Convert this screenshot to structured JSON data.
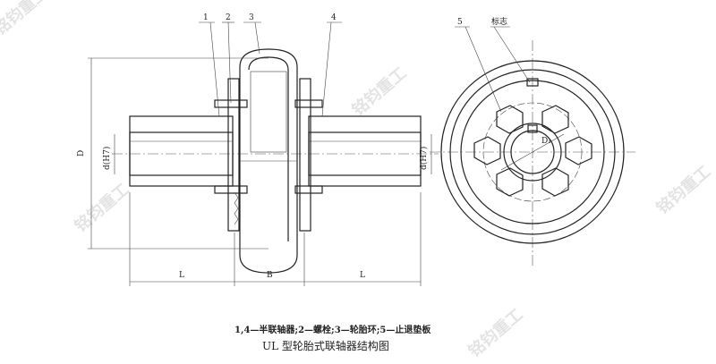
{
  "callouts": [
    "1",
    "2",
    "3",
    "4",
    "5"
  ],
  "mark_label": "标志",
  "dims": {
    "D": "D",
    "d_left": "d(H7)",
    "d_right": "d(H7)",
    "L_left": "L",
    "B": "B",
    "L_right": "L",
    "D1": "D₁"
  },
  "legend": "1,4—半联轴器;2—螺栓;3—轮胎环;5—止退垫板",
  "title": "UL 型轮胎式联轴器结构图",
  "watermark": "铭钧重工"
}
